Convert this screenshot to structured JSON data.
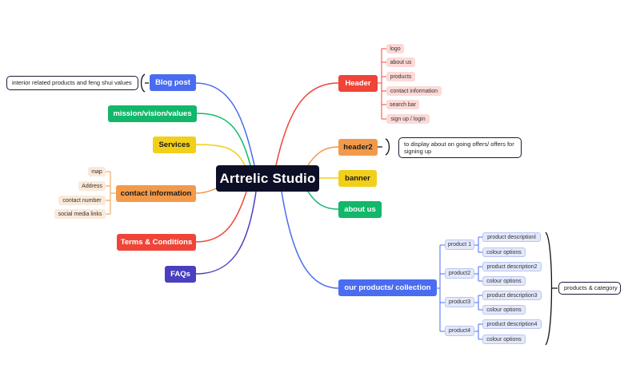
{
  "central": "Artrelic Studio",
  "left": {
    "blog_post": "Blog post",
    "blog_note": "interior related products and feng shui values",
    "mission": "mission/vision/values",
    "services": "Services",
    "contact": "contact information",
    "contact_items": [
      "map",
      "Address",
      "contact number",
      "social media links"
    ],
    "terms": "Terms & Conditions",
    "faqs": "FAQs"
  },
  "right": {
    "header": "Header",
    "header_items": [
      "logo",
      "about us",
      "products",
      "contact information",
      "search bar",
      "sign up / login"
    ],
    "header2": "header2",
    "header2_note": "to display about on going offers/ offers for signing up",
    "banner": "banner",
    "about": "about us",
    "products": "our products/ collection",
    "product_items": [
      {
        "name": "product 1",
        "desc": "product descriptionl",
        "colour": "colour options"
      },
      {
        "name": "product2",
        "desc": "product description2",
        "colour": "colour options"
      },
      {
        "name": "product3",
        "desc": "product description3",
        "colour": "colour options"
      },
      {
        "name": "product4",
        "desc": "product description4",
        "colour": "colour options"
      }
    ],
    "products_note": "products & category"
  },
  "colors": {
    "blue": "#4a6cf0",
    "green": "#12b76a",
    "yellow": "#f2cf1a",
    "orange": "#f29a4a",
    "red": "#f04438",
    "indigo": "#4a3fbf",
    "central_bg": "#0d0f26"
  }
}
